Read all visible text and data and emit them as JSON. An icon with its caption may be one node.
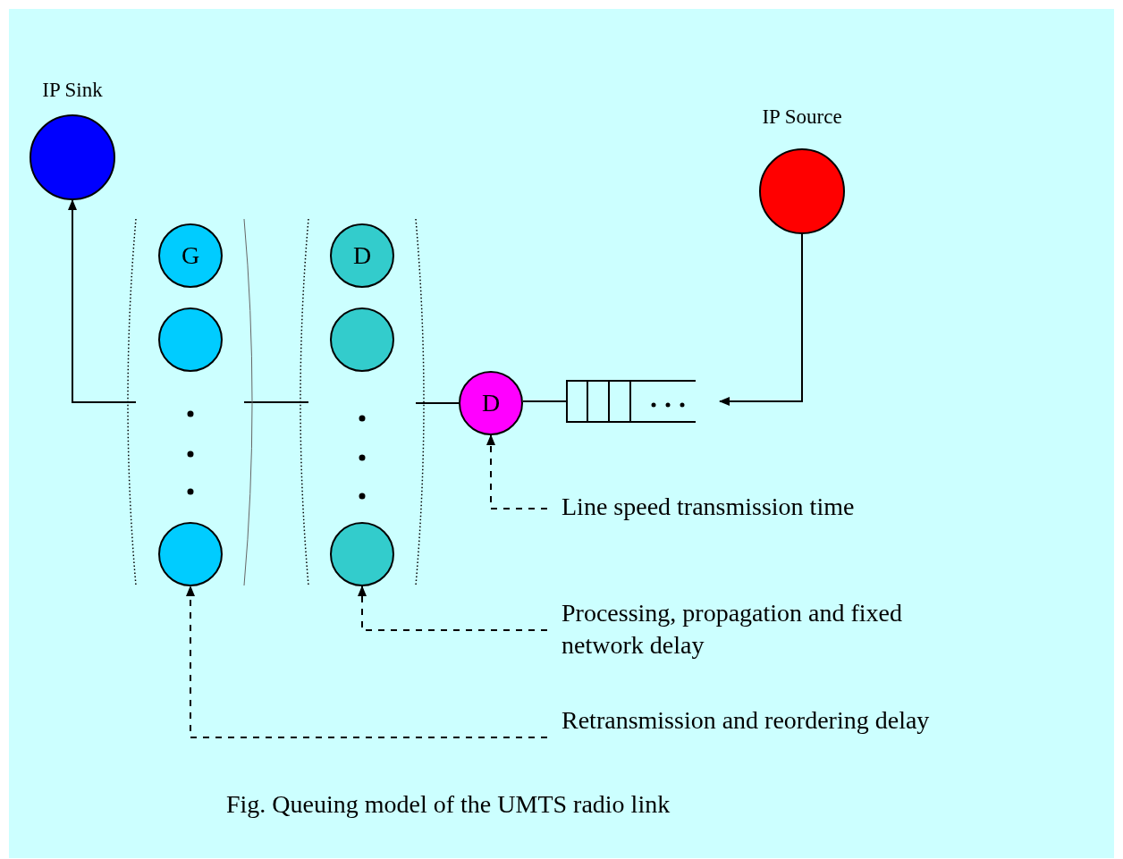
{
  "diagram": {
    "caption": "Fig. Queuing model of the UMTS radio link",
    "nodes": [
      {
        "text": [
          "IP Sink"
        ]
      },
      {
        "text": [
          "IP Source"
        ]
      },
      {
        "text": [],
        "shape": "band"
      },
      {
        "text": [
          "G"
        ],
        "in": 2
      },
      {
        "text": [],
        "shape": "circle",
        "in": 2
      },
      {
        "text": [],
        "shape": "circle",
        "in": 2
      },
      {
        "text": [],
        "shape": "band"
      },
      {
        "text": [
          "D"
        ],
        "in": 6
      },
      {
        "text": [],
        "shape": "circle",
        "in": 6
      },
      {
        "text": [],
        "shape": "circle",
        "in": 6
      },
      {
        "text": [
          "D"
        ]
      },
      {
        "text": [],
        "shape": "queue"
      },
      {
        "text": [
          "Line speed transmission time"
        ]
      },
      {
        "text": [
          "Processing, propagation and fixed network delay"
        ]
      },
      {
        "text": [
          "Retransmission and reordering delay"
        ]
      }
    ],
    "edges": [
      {
        "from": 1,
        "to": 11,
        "arrow": "to"
      },
      {
        "from": 11,
        "to": 10,
        "arrow": "none"
      },
      {
        "from": 10,
        "to": 6,
        "arrow": "none"
      },
      {
        "from": 6,
        "to": 2,
        "arrow": "none"
      },
      {
        "from": 2,
        "to": 0,
        "arrow": "to"
      },
      {
        "from": 12,
        "to": 10,
        "arrow": "to",
        "style": "dashed"
      },
      {
        "from": 13,
        "to": 9,
        "arrow": "to",
        "style": "dashed"
      },
      {
        "from": 14,
        "to": 5,
        "arrow": "to",
        "style": "dashed"
      }
    ]
  }
}
